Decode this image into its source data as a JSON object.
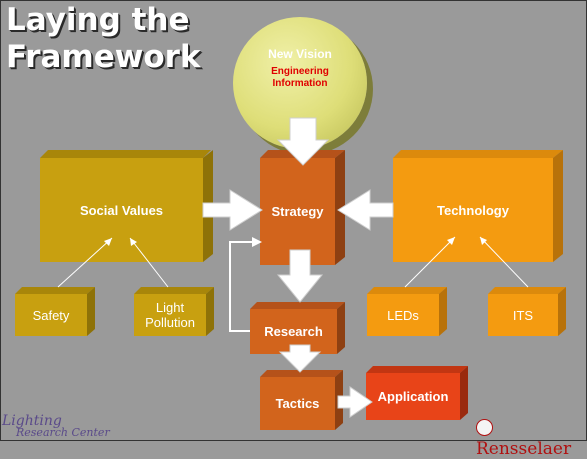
{
  "title": {
    "line1": "Laying the",
    "line2": "Framework"
  },
  "vision": {
    "line1": "New Vision",
    "line2": "Engineering",
    "line3": "Information"
  },
  "boxes": {
    "social_values": "Social Values",
    "strategy": "Strategy",
    "technology": "Technology",
    "safety": "Safety",
    "light_pollution_1": "Light",
    "light_pollution_2": "Pollution",
    "research": "Research",
    "leds": "LEDs",
    "its": "ITS",
    "tactics": "Tactics",
    "application": "Application"
  },
  "logos": {
    "left_line1": "Lighting",
    "left_line2": "Research Center",
    "right": "Rensselaer"
  },
  "colors": {
    "gold_box": "#c8a010",
    "orange_strategy": "#d2641c",
    "light_orange": "#f49b10",
    "red_application": "#e84418",
    "vision_circle": "#dede78",
    "vision_text_red": "#e00000",
    "background": "#9a9a9a"
  }
}
